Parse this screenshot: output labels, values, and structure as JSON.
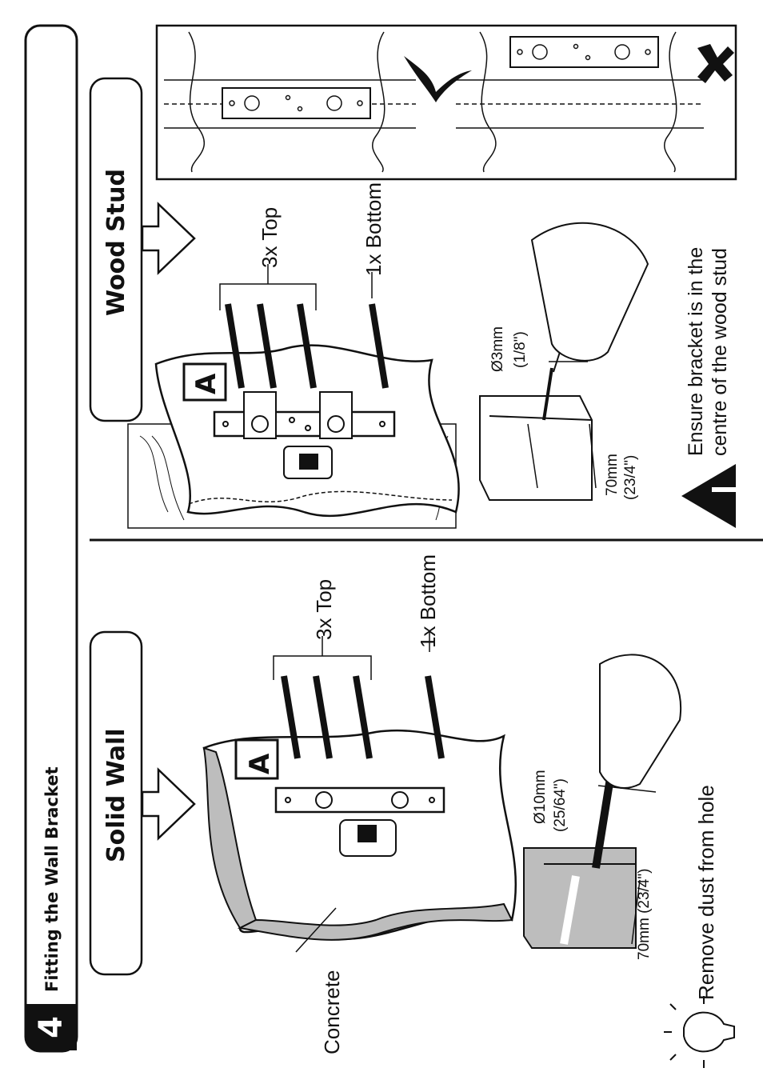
{
  "header": {
    "step_number": "4",
    "title": "Fitting the Wall Bracket"
  },
  "solid_wall": {
    "title": "Solid Wall",
    "part_label": "A",
    "top_screws": "3x Top",
    "bottom_screws": "1x Bottom",
    "drill_diameter": "Ø10mm",
    "drill_diameter_imperial": "(25/64\")",
    "depth": "70mm (23/4\")",
    "material_label": "Concrete",
    "tip": "Remove dust from hole"
  },
  "wood_stud": {
    "title": "Wood Stud",
    "part_label": "A",
    "top_screws": "3x Top",
    "bottom_screws": "1x Bottom",
    "drill_diameter": "Ø3mm",
    "drill_diameter_imperial": "(1/8\")",
    "depth": "70mm",
    "depth_imperial": "(23/4\")",
    "warning_line1": "Ensure bracket is in the",
    "warning_line2": "centre of the wood stud"
  },
  "colors": {
    "ink": "#111111",
    "concrete": "#bdbdbd",
    "wood": "#ffffff"
  },
  "icons": [
    "lightbulb-icon",
    "warning-triangle-icon",
    "check-icon",
    "cross-icon",
    "arrow-icon"
  ]
}
